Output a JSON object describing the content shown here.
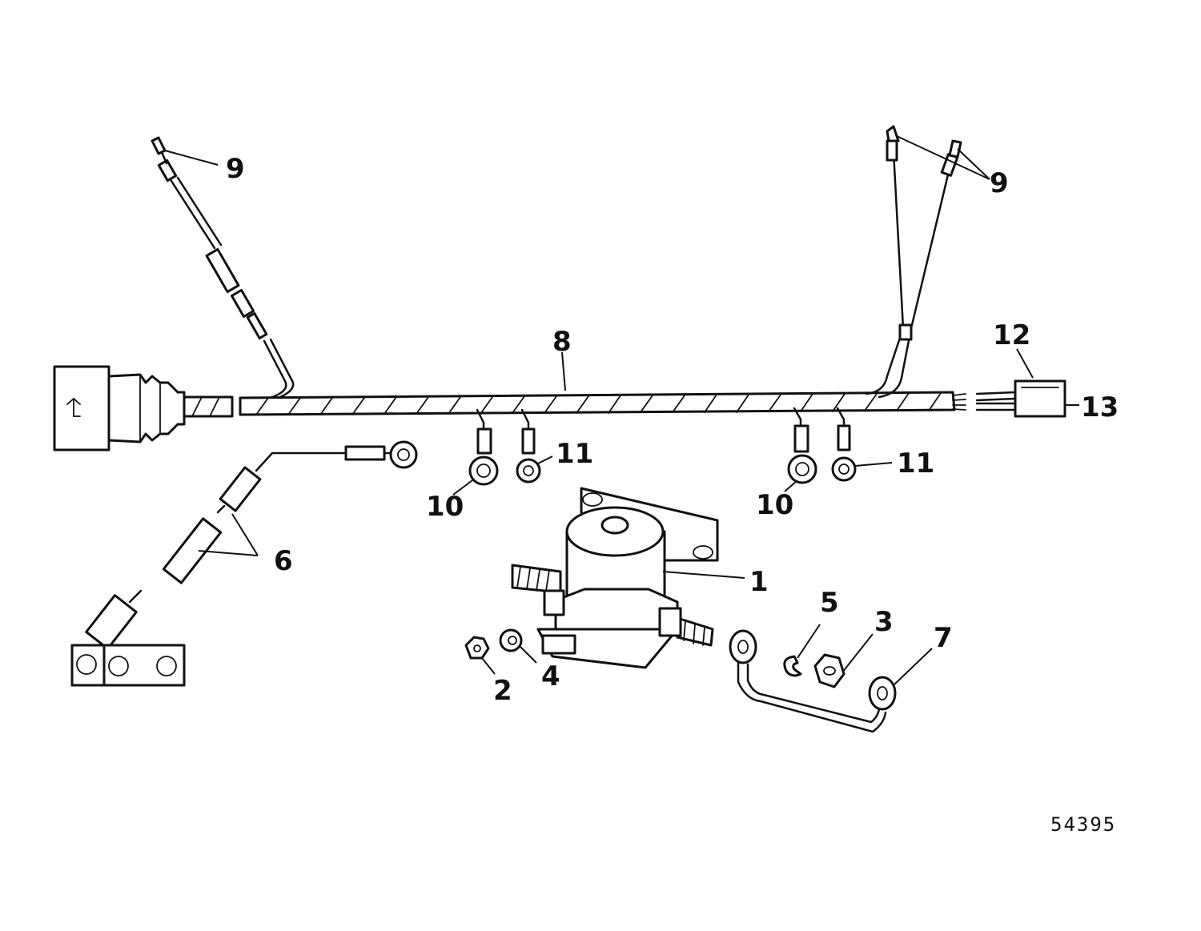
{
  "figure_number": "54395",
  "callouts": [
    {
      "id": "c1",
      "text": "1"
    },
    {
      "id": "c2",
      "text": "2"
    },
    {
      "id": "c3",
      "text": "3"
    },
    {
      "id": "c4",
      "text": "4"
    },
    {
      "id": "c5",
      "text": "5"
    },
    {
      "id": "c6",
      "text": "6"
    },
    {
      "id": "c7",
      "text": "7"
    },
    {
      "id": "c8",
      "text": "8"
    },
    {
      "id": "c9a",
      "text": "9"
    },
    {
      "id": "c9b",
      "text": "9"
    },
    {
      "id": "c10a",
      "text": "10"
    },
    {
      "id": "c10b",
      "text": "10"
    },
    {
      "id": "c11a",
      "text": "11"
    },
    {
      "id": "c11b",
      "text": "11"
    },
    {
      "id": "c12",
      "text": "12"
    },
    {
      "id": "c13",
      "text": "13"
    }
  ]
}
